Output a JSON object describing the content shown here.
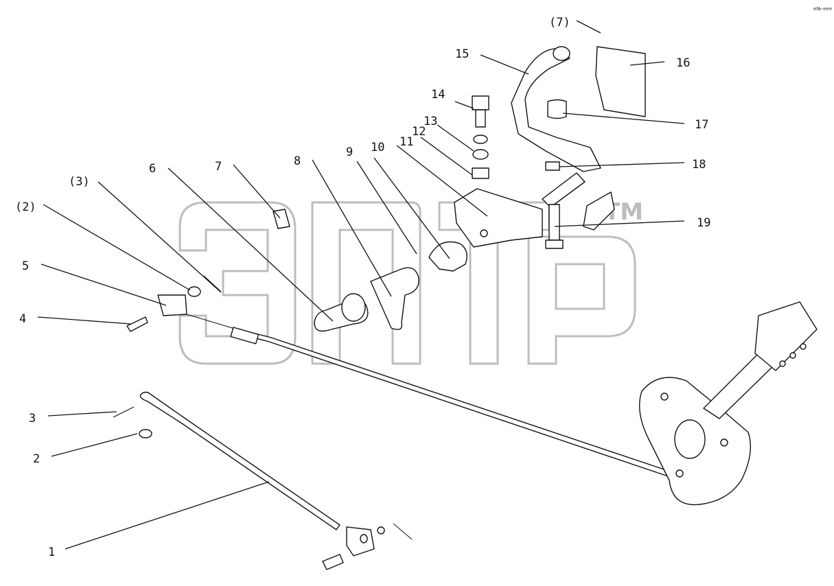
{
  "watermark": {
    "tm": "TM"
  },
  "corner_code": "e№-eee",
  "labels": [
    {
      "id": "1",
      "text": "1"
    },
    {
      "id": "2",
      "text": "2"
    },
    {
      "id": "3",
      "text": "3"
    },
    {
      "id": "4",
      "text": "4"
    },
    {
      "id": "5",
      "text": "5"
    },
    {
      "id": "p2",
      "text": "(2)"
    },
    {
      "id": "p3",
      "text": "(3)"
    },
    {
      "id": "6",
      "text": "6"
    },
    {
      "id": "7",
      "text": "7"
    },
    {
      "id": "8",
      "text": "8"
    },
    {
      "id": "9",
      "text": "9"
    },
    {
      "id": "10",
      "text": "10"
    },
    {
      "id": "11",
      "text": "11"
    },
    {
      "id": "12",
      "text": "12"
    },
    {
      "id": "13",
      "text": "13"
    },
    {
      "id": "14",
      "text": "14"
    },
    {
      "id": "15",
      "text": "15"
    },
    {
      "id": "p7",
      "text": "(7)"
    },
    {
      "id": "16",
      "text": "16"
    },
    {
      "id": "17",
      "text": "17"
    },
    {
      "id": "18",
      "text": "18"
    },
    {
      "id": "19",
      "text": "19"
    }
  ]
}
